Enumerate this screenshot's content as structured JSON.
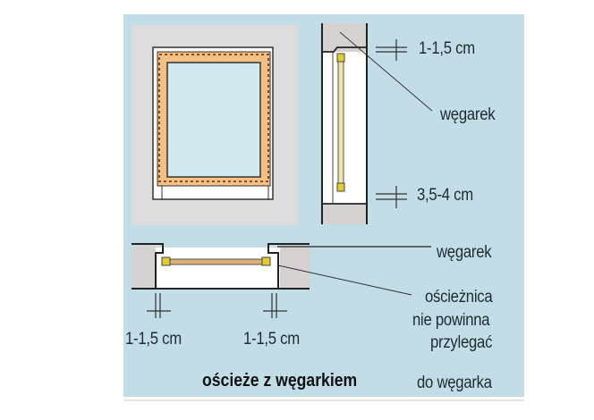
{
  "diagram": {
    "title": "ościeże z węgarkiem",
    "colors": {
      "panel_bg": "#c3dde6",
      "wall_gray": "#d9d5d3",
      "frame_orange": "#f2bf84",
      "glass": "#cfe9ef",
      "line": "#2a2a2a",
      "hinge_yellow": "#e5cc2e"
    },
    "labels": {
      "side_top_dimension": "1-1,5 cm",
      "side_wegarek": "węgarek",
      "side_bottom_dimension": "3,5-4 cm",
      "plan_wegarek": "węgarek",
      "plan_note_line1": "ościeżnica",
      "plan_note_line2": "nie powinna",
      "plan_note_line3": "przylegać",
      "plan_note_line4": "do węgarka",
      "plan_left_dimension": "1-1,5 cm",
      "plan_right_dimension": "1-1,5 cm"
    },
    "views": [
      "front-elevation",
      "vertical-section",
      "horizontal-section"
    ]
  }
}
